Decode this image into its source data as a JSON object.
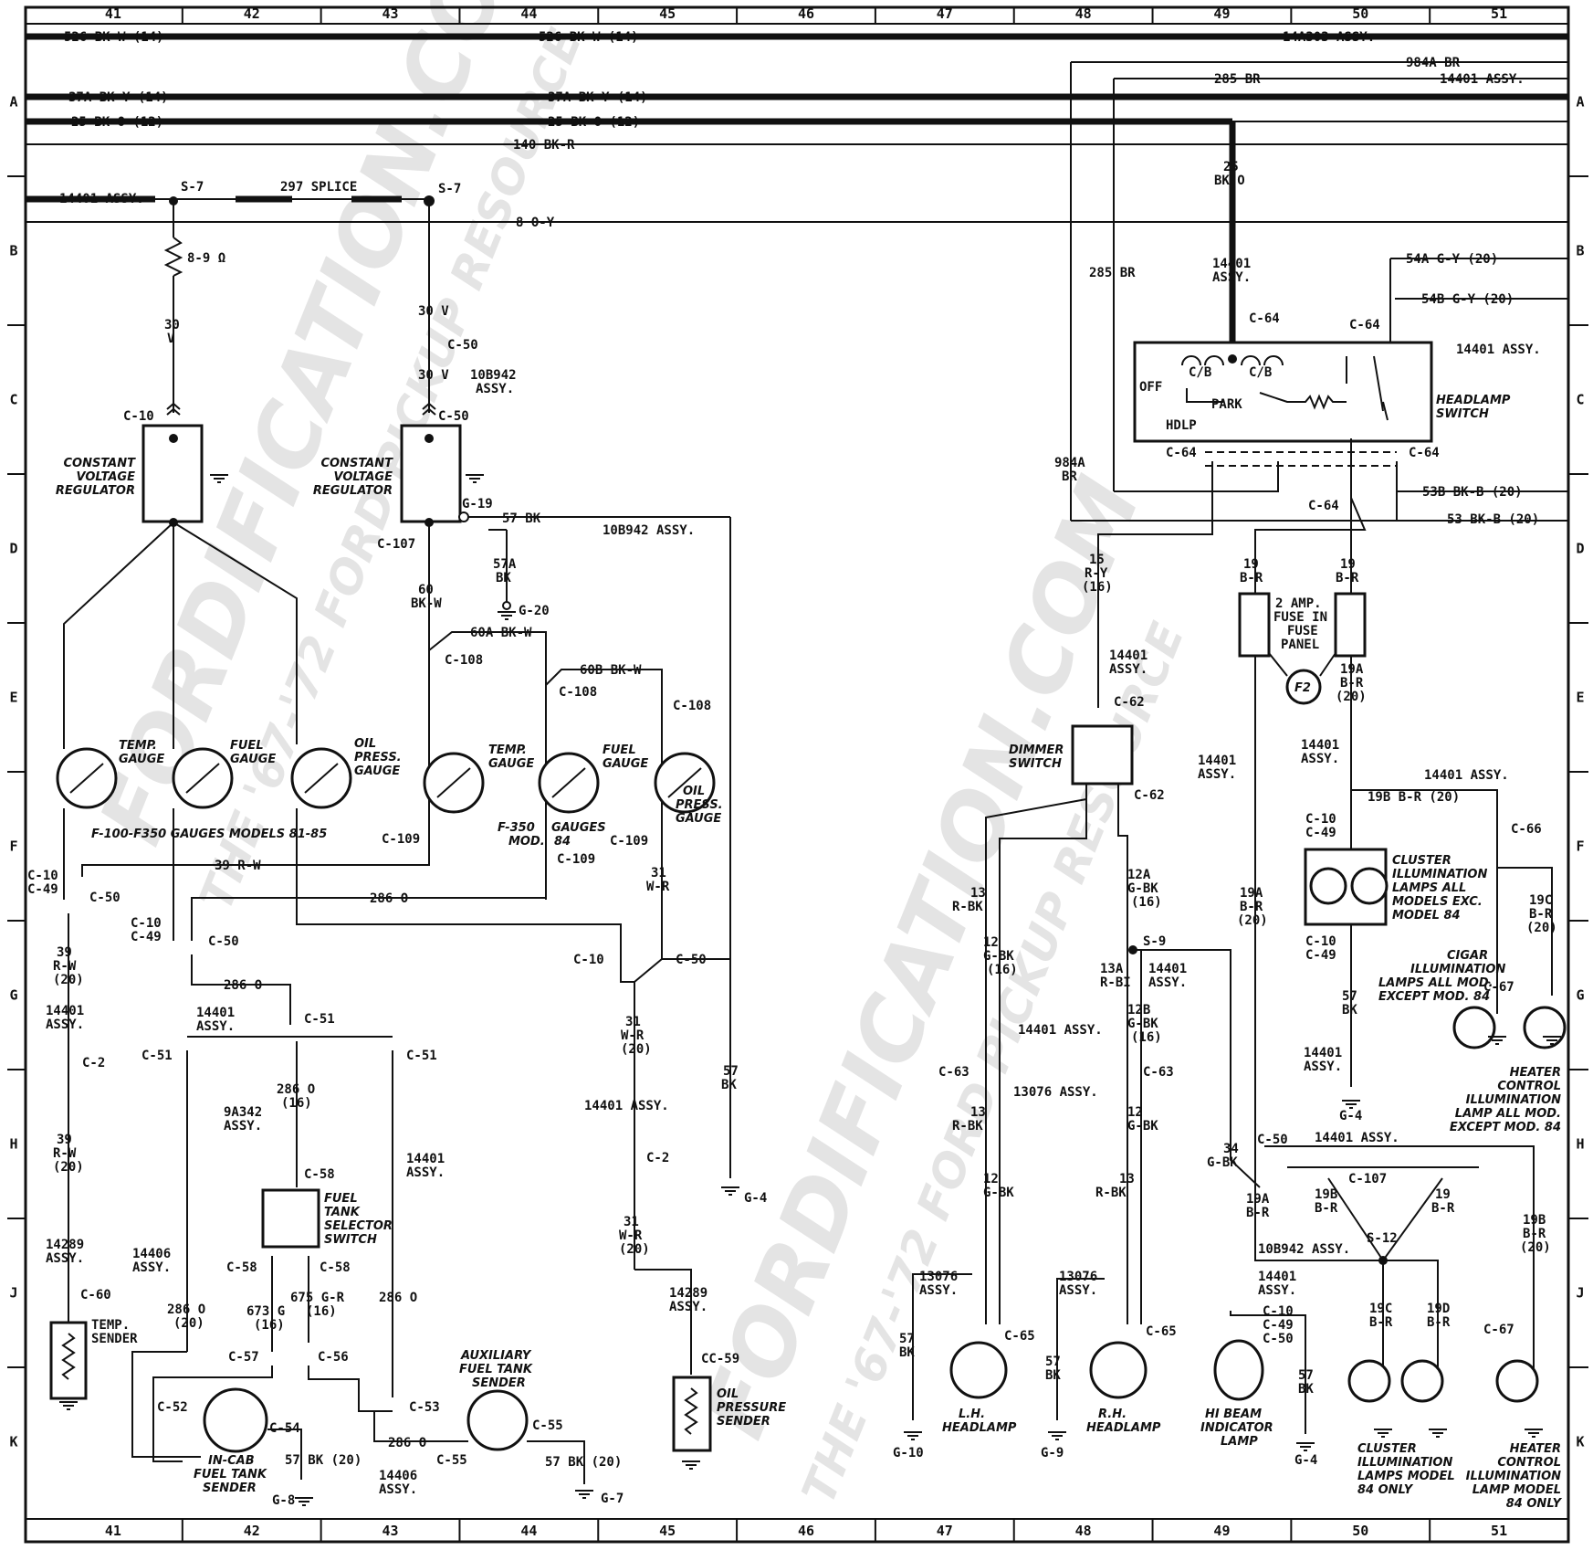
{
  "watermark": {
    "line1": "FORDIFICATION.COM",
    "line2": "THE '67-'72 FORD PICKUP RESOURCE"
  },
  "grid": {
    "columns": [
      "41",
      "42",
      "43",
      "44",
      "45",
      "46",
      "47",
      "48",
      "49",
      "50",
      "51"
    ],
    "rows": [
      "A",
      "B",
      "C",
      "D",
      "E",
      "F",
      "G",
      "H",
      "J",
      "K"
    ]
  },
  "main_wires": {
    "w526_a": "526 BK-W (14)",
    "w526_b": "526 BK-W (14)",
    "assy_14a303": "14A303 ASSY.",
    "w984a": "984A BR",
    "w285": "285 BR",
    "assy_14401_top": "14401 ASSY.",
    "w37a_a": "37A BK-Y (14)",
    "w37a_b": "37A BK-Y (14)",
    "w25_a": "25 BK-O (12)",
    "w25_b": "25 BK-O (12)",
    "w140": "140 BK-R",
    "assy_14401_b": "14401 ASSY.",
    "s7_left": "S-7",
    "splice": "297 SPLICE",
    "s7_right": "S-7",
    "w8": "8 O-Y"
  },
  "left": {
    "resistor": "8-9 Ω",
    "v30_l1": "30",
    "v30_l2": "V",
    "v30_r": "30 V",
    "c50_a": "C-50",
    "v30_r2": "30 V",
    "assy_10b942_a": "10B942",
    "assy_10b942_b": "ASSY.",
    "c10": "C-10",
    "c50_b": "C-50",
    "cvr_l": [
      "CONSTANT",
      "VOLTAGE",
      "REGULATOR"
    ],
    "cvr_r": [
      "CONSTANT",
      "VOLTAGE",
      "REGULATOR"
    ],
    "g19": "G-19",
    "w57bk": "57 BK",
    "assy_10b942_c": "10B942 ASSY.",
    "c107": "C-107",
    "w57a": [
      "57A",
      "BK"
    ],
    "g20": "G-20",
    "w60": [
      "60",
      "BK-W"
    ],
    "w60a": "60A BK-W",
    "w60b": "60B BK-W",
    "c108_a": "C-108",
    "c108_b": "C-108",
    "c108_c": "C-108",
    "temp_gauge_l": [
      "TEMP.",
      "GAUGE"
    ],
    "fuel_gauge_l": [
      "FUEL",
      "GAUGE"
    ],
    "oil_gauge_l": [
      "OIL",
      "PRESS.",
      "GAUGE"
    ],
    "temp_gauge_r": [
      "TEMP.",
      "GAUGE"
    ],
    "fuel_gauge_r": [
      "FUEL",
      "GAUGE"
    ],
    "oil_gauge_r": [
      "OIL",
      "PRESS.",
      "GAUGE"
    ],
    "models_note": "F-100-F350 GAUGES MODELS 81-85",
    "f350_note": [
      "F-350",
      "MOD."
    ],
    "gauges84": [
      "GAUGES",
      "84"
    ],
    "c109_a": "C-109",
    "c109_b": "C-109",
    "c109_c": "C-109",
    "w39rw": "39 R-W",
    "c10c49_a": [
      "C-10",
      "C-49"
    ],
    "c50_c": "C-50",
    "w286o_a": "286 O",
    "c10c49_b": [
      "C-10",
      "C-49"
    ],
    "c50_d": "C-50",
    "w31wr": [
      "31",
      "W-R"
    ],
    "c10_b": "C-10",
    "c50_e": "C-50",
    "w39_20": [
      "39",
      "R-W",
      "(20)"
    ],
    "assy_14401_l": [
      "14401",
      "ASSY."
    ],
    "c2_a": "C-2",
    "w39_20b": [
      "39",
      "R-W",
      "(20)"
    ],
    "assy_14289": [
      "14289",
      "ASSY."
    ],
    "c60": "C-60",
    "temp_sender": [
      "TEMP.",
      "SENDER"
    ],
    "w286o_b": "286 O",
    "assy_14401_m": [
      "14401",
      "ASSY."
    ],
    "c51_a": "C-51",
    "c51_b": "C-51",
    "c51_c": "C-51",
    "w286o16": [
      "286 O",
      "(16)"
    ],
    "assy_9a342": [
      "9A342",
      "ASSY."
    ],
    "assy_14401_n": [
      "14401",
      "ASSY."
    ],
    "c58_a": "C-58",
    "fuel_sel": [
      "FUEL",
      "TANK",
      "SELECTOR",
      "SWITCH"
    ],
    "assy_14406_a": [
      "14406",
      "ASSY."
    ],
    "c58_b": "C-58",
    "c58_c": "C-58",
    "w286o20": [
      "286 O",
      "(20)"
    ],
    "w673": [
      "673 G",
      "(16)"
    ],
    "w675": [
      "675 G-R",
      "(16)"
    ],
    "w286o_c": "286 O",
    "c57": "C-57",
    "c56": "C-56",
    "c52": "C-52",
    "c54": "C-54",
    "c53": "C-53",
    "incab": [
      "IN-CAB",
      "FUEL TANK",
      "SENDER"
    ],
    "w57bk20_a": "57 BK (20)",
    "g8": "G-8",
    "w286o_d": "286 O",
    "assy_14406_b": [
      "14406",
      "ASSY."
    ],
    "aux": [
      "AUXILIARY",
      "FUEL TANK",
      "SENDER"
    ],
    "c55_a": "C-55",
    "c55_b": "C-55",
    "w57bk20_b": "57 BK (20)",
    "g7": "G-7",
    "w31wr20": [
      "31",
      "W-R",
      "(20)"
    ],
    "assy_14401_o": "14401 ASSY.",
    "c2_b": "C-2",
    "w31wr20b": [
      "31",
      "W-R",
      "(20)"
    ],
    "assy_14289_b": [
      "14289",
      "ASSY."
    ],
    "cc59": "CC-59",
    "oil_sender": [
      "OIL",
      "PRESSURE",
      "SENDER"
    ],
    "w57bk_c": [
      "57",
      "BK"
    ],
    "g4_a": "G-4"
  },
  "right": {
    "w25": [
      "25",
      "BK-O"
    ],
    "w285": "285 BR",
    "assy_14401_a": [
      "14401",
      "ASSY."
    ],
    "c64_a": "C-64",
    "w54a": "54A G-Y (20)",
    "w54b": "54B G-Y (20)",
    "c64_b": "C-64",
    "assy_14401_b": "14401 ASSY.",
    "cb1": "C/B",
    "cb2": "C/B",
    "off": "OFF",
    "park": "PARK",
    "hdlp": "HDLP",
    "headlamp_sw": [
      "HEADLAMP",
      "SWITCH"
    ],
    "c64_c": "C-64",
    "c64_d": "C-64",
    "w984a": [
      "984A",
      "BR"
    ],
    "w53b": "53B BK-B (20)",
    "c64_e": "C-64",
    "w53": "53 BK-B (20)",
    "w15": [
      "15",
      "R-Y",
      "(16)"
    ],
    "w19a": [
      "19",
      "B-R"
    ],
    "w19b": [
      "19",
      "B-R"
    ],
    "fuse_note": [
      "2 AMP.",
      "FUSE IN",
      "FUSE",
      "PANEL"
    ],
    "f2": "F2",
    "w19a20": [
      "19A",
      "B-R",
      "(20)"
    ],
    "assy_14401_c": [
      "14401",
      "ASSY."
    ],
    "c62_a": "C-62",
    "dimmer": [
      "DIMMER",
      "SWITCH"
    ],
    "c62_b": "C-62",
    "assy_14401_d": [
      "14401",
      "ASSY."
    ],
    "assy_14401_e": [
      "14401",
      "ASSY."
    ],
    "assy_14401_f": "14401 ASSY.",
    "w19b20": "19B B-R (20)",
    "c66": "C-66",
    "c10c49_a": [
      "C-10",
      "C-49"
    ],
    "cluster_all": [
      "CLUSTER",
      "ILLUMINATION",
      "LAMPS ALL",
      "MODELS EXC.",
      "MODEL 84"
    ],
    "w13rbk": [
      "13",
      "R-BK"
    ],
    "w12agbk": [
      "12A",
      "G-BK",
      "(16)"
    ],
    "w19a20b": [
      "19A",
      "B-R",
      "(20)"
    ],
    "w19c": [
      "19C",
      "B-R",
      "(20)"
    ],
    "w12gbk16": [
      "12",
      "G-BK",
      "(16)"
    ],
    "s9": "S-9",
    "assy_14401_g": [
      "14401",
      "ASSY."
    ],
    "w13abi": [
      "13A",
      "R-BI"
    ],
    "c10c49_b": [
      "C-10",
      "C-49"
    ],
    "cigar": [
      "CIGAR",
      "ILLUMINATION",
      "LAMPS ALL MOD.",
      "EXCEPT MOD. 84"
    ],
    "c67_a": "C-67",
    "w57bk_a": [
      "57",
      "BK"
    ],
    "assy_14401_h": "14401 ASSY.",
    "w12bgbk": [
      "12B",
      "G-BK",
      "(16)"
    ],
    "assy_14401_i": [
      "14401",
      "ASSY."
    ],
    "c63_a": "C-63",
    "c63_b": "C-63",
    "heater_all": [
      "HEATER",
      "CONTROL",
      "ILLUMINATION",
      "LAMP ALL MOD.",
      "EXCEPT MOD. 84"
    ],
    "g4_a": "G-4",
    "assy_13076_a": "13076 ASSY.",
    "w13rbk_b": [
      "13",
      "R-BK"
    ],
    "w12gbk_b": [
      "12",
      "G-BK"
    ],
    "w34": [
      "34",
      "G-BK"
    ],
    "c50": "C-50",
    "assy_14401_j": "14401 ASSY.",
    "w12gbk_c": [
      "12",
      "G-BK"
    ],
    "w13rbk_c": [
      "13",
      "R-BK"
    ],
    "c107": "C-107",
    "w19br_a": [
      "19A",
      "B-R"
    ],
    "w19br_b": [
      "19B",
      "B-R"
    ],
    "w19br_c": [
      "19",
      "B-R"
    ],
    "w19b20b": [
      "19B",
      "B-R",
      "(20)"
    ],
    "assy_10b942": "10B942 ASSY.",
    "s12": "S-12",
    "assy_13076_b": [
      "13076",
      "ASSY."
    ],
    "assy_13076_c": [
      "13076",
      "ASSY."
    ],
    "assy_14401_k": [
      "14401",
      "ASSY."
    ],
    "c10c49c50": [
      "C-10",
      "C-49",
      "C-50"
    ],
    "w19c_b": [
      "19C",
      "B-R"
    ],
    "w19d": [
      "19D",
      "B-R"
    ],
    "c65_a": "C-65",
    "c65_b": "C-65",
    "c67_b": "C-67",
    "w57bk_b": [
      "57",
      "BK"
    ],
    "w57bk_c": [
      "57",
      "BK"
    ],
    "w57bk_d": [
      "57",
      "BK"
    ],
    "lh": [
      "L.H.",
      "HEADLAMP"
    ],
    "rh": [
      "R.H.",
      "HEADLAMP"
    ],
    "hibeam": [
      "HI BEAM",
      "INDICATOR",
      "LAMP"
    ],
    "g10": "G-10",
    "g9": "G-9",
    "g4_b": "G-4",
    "cluster84": [
      "CLUSTER",
      "ILLUMINATION",
      "LAMPS MODEL",
      "84 ONLY"
    ],
    "heater84": [
      "HEATER",
      "CONTROL",
      "ILLUMINATION",
      "LAMP MODEL",
      "84 ONLY"
    ]
  }
}
